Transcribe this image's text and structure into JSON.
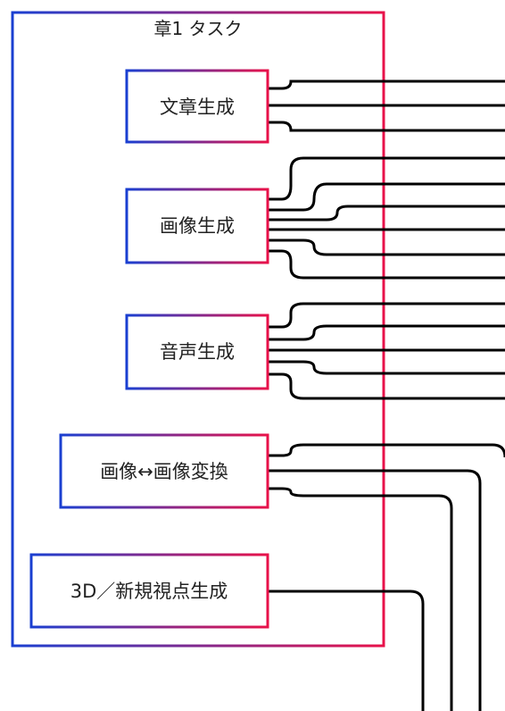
{
  "chapter": {
    "title": "章1 タスク",
    "gradient_start": "#1a3fd1",
    "gradient_end": "#e8124a"
  },
  "nodes": [
    {
      "id": "text-gen",
      "label": "文章生成"
    },
    {
      "id": "image-gen",
      "label": "画像生成"
    },
    {
      "id": "audio-gen",
      "label": "音声生成"
    },
    {
      "id": "image-to-image",
      "label": "画像↔画像変換"
    },
    {
      "id": "3d-novel-view",
      "label": "3D／新規視点生成"
    }
  ],
  "edge_color": "#000000"
}
